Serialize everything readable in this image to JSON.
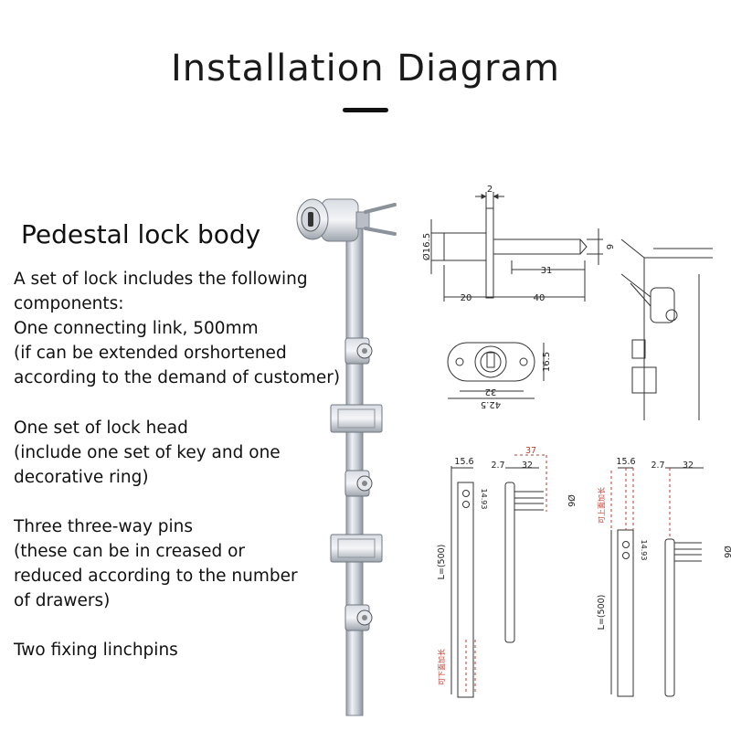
{
  "title": "Installation Diagram",
  "subtitle": "Pedestal lock body",
  "paragraphs": [
    [
      "A set of lock includes the following",
      "components:",
      "One connecting link, 500mm",
      "(if can be extended orshortened",
      "according to the demand of customer)"
    ],
    [
      "One set of lock head",
      "(include one set of key and one",
      "decorative ring)"
    ],
    [
      "Three three-way pins",
      "(these can be in creased or",
      "reduced according to the number",
      "of drawers)"
    ],
    [
      "Two fixing linchpins"
    ]
  ],
  "dims": {
    "top_2": "2",
    "dia_16_5": "Ø16.5",
    "d6": "6",
    "d31": "31",
    "d20": "20",
    "d40": "40",
    "plate_16_5": "16.5",
    "plate_32": "32",
    "plate_42_5": "42.5",
    "l_15_6": "15.6",
    "l_2_7": "2.7",
    "l_32": "32",
    "l_37": "37",
    "l_14_93": "14.93",
    "l_dia6": "Ø6",
    "l_500": "L=(500)",
    "l_note_cn": "可下面加长",
    "r_15_6": "15.6",
    "r_2_7": "2.7",
    "r_32": "32",
    "r_14_93": "14.93",
    "r_dia6": "Ø6",
    "r_500": "L=(500)",
    "r_note_cn": "可上面加长"
  },
  "colors": {
    "line": "#333333",
    "red_dim": "#c0392b",
    "steel": "#c9ced6"
  }
}
